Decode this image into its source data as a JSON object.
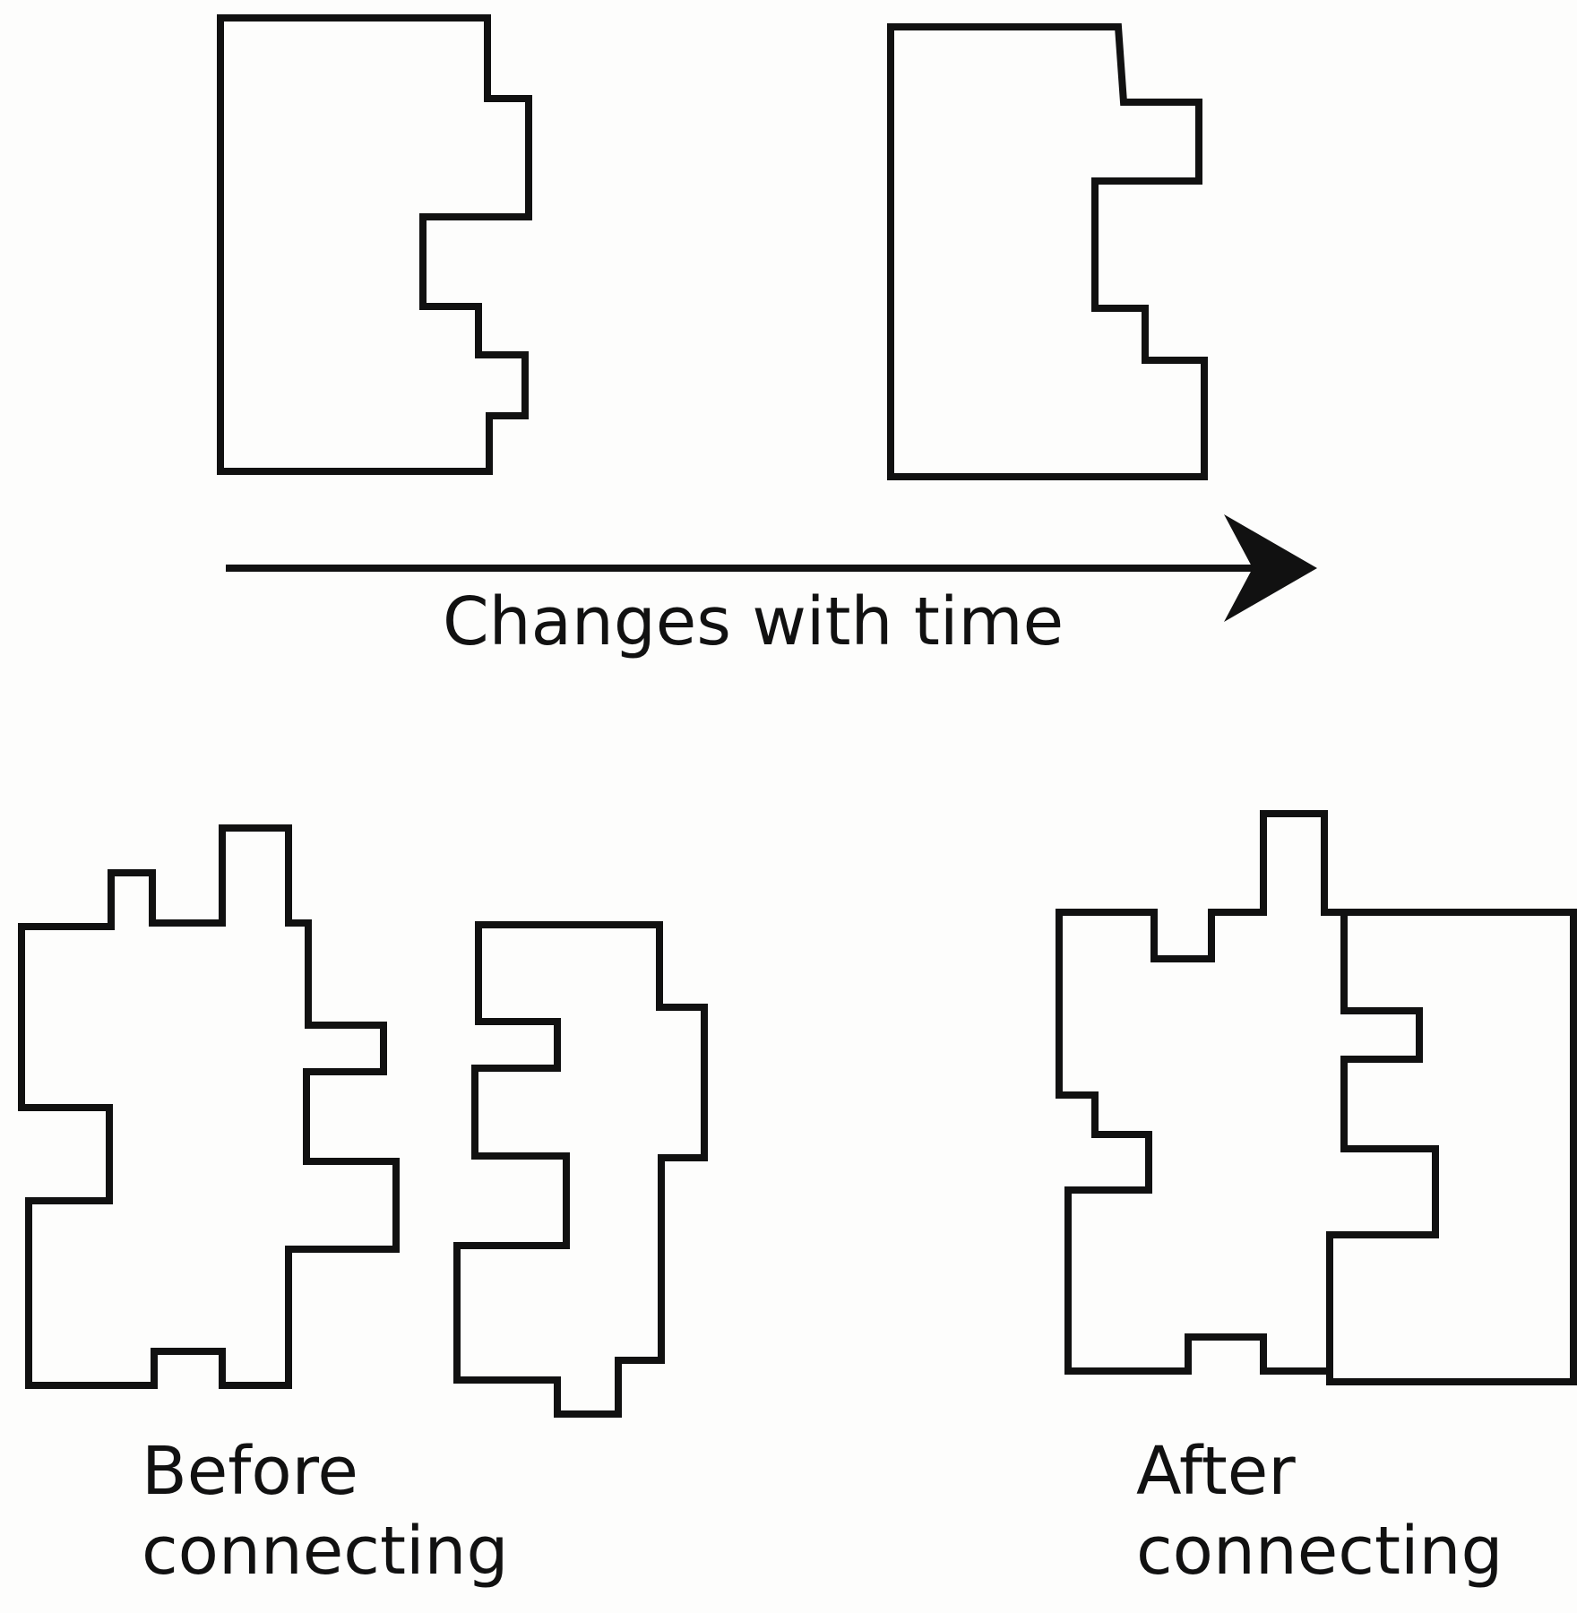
{
  "arrow": {
    "label": "Changes with time"
  },
  "before": {
    "line1": "Before",
    "line2": "connecting"
  },
  "after": {
    "line1": "After",
    "line2": "connecting"
  },
  "colors": {
    "stroke": "#111111",
    "background": "#fdfdfc"
  }
}
